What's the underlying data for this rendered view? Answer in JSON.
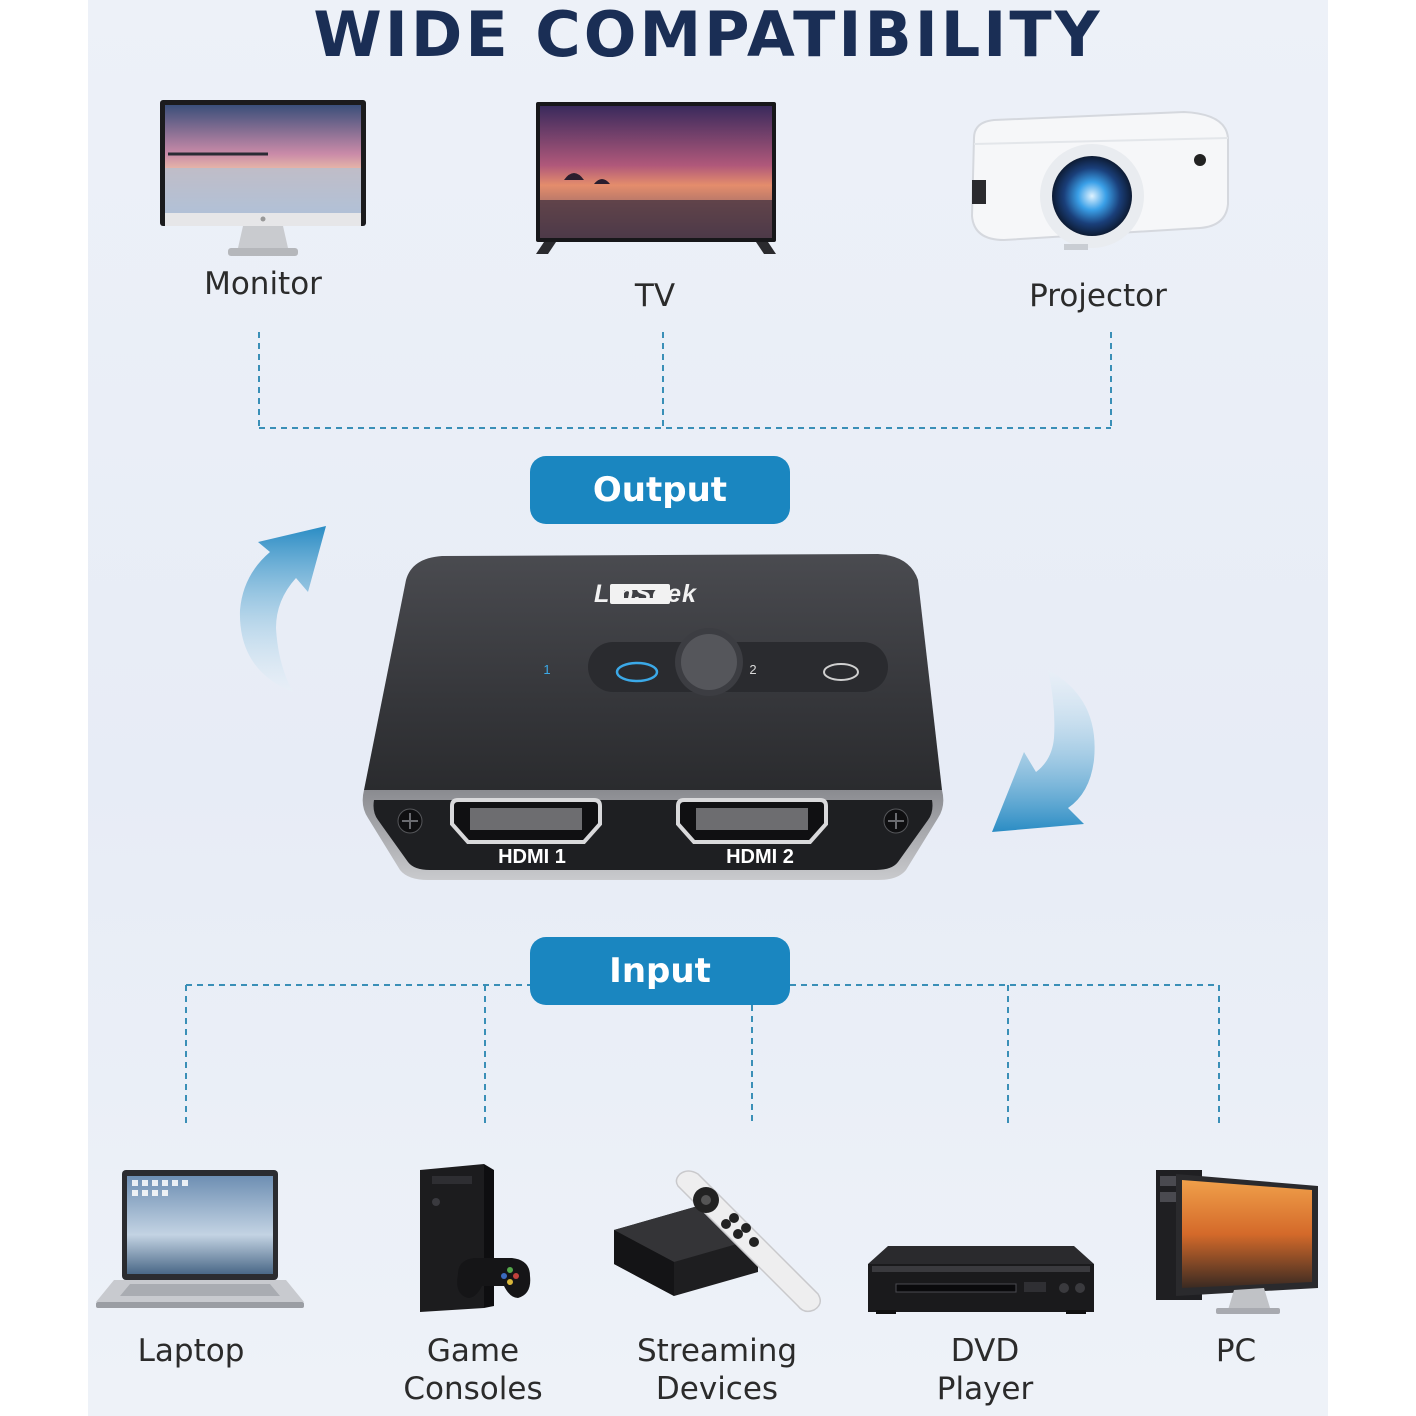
{
  "title": "WIDE COMPATIBILITY",
  "output_badge": "Output",
  "input_badge": "Input",
  "output_devices": [
    {
      "label": "Monitor",
      "icon": "monitor-icon"
    },
    {
      "label": "TV",
      "icon": "tv-icon"
    },
    {
      "label": "Projector",
      "icon": "projector-icon"
    }
  ],
  "input_devices": [
    {
      "label": "Laptop",
      "icon": "laptop-icon"
    },
    {
      "label": "Game\nConsoles",
      "icon": "game-console-icon"
    },
    {
      "label": "Streaming\nDevices",
      "icon": "streaming-device-icon"
    },
    {
      "label": "DVD\nPlayer",
      "icon": "dvd-player-icon"
    },
    {
      "label": "PC",
      "icon": "pc-icon"
    }
  ],
  "switch": {
    "brand": "LinSeek",
    "led_1": "1",
    "led_2": "2",
    "port_1": "HDMI 1",
    "port_2": "HDMI 2"
  },
  "colors": {
    "accent": "#1a86c0",
    "title": "#1a2e55",
    "connector_lines": "#3a8fb7",
    "device_body": "#3a3b3f"
  }
}
